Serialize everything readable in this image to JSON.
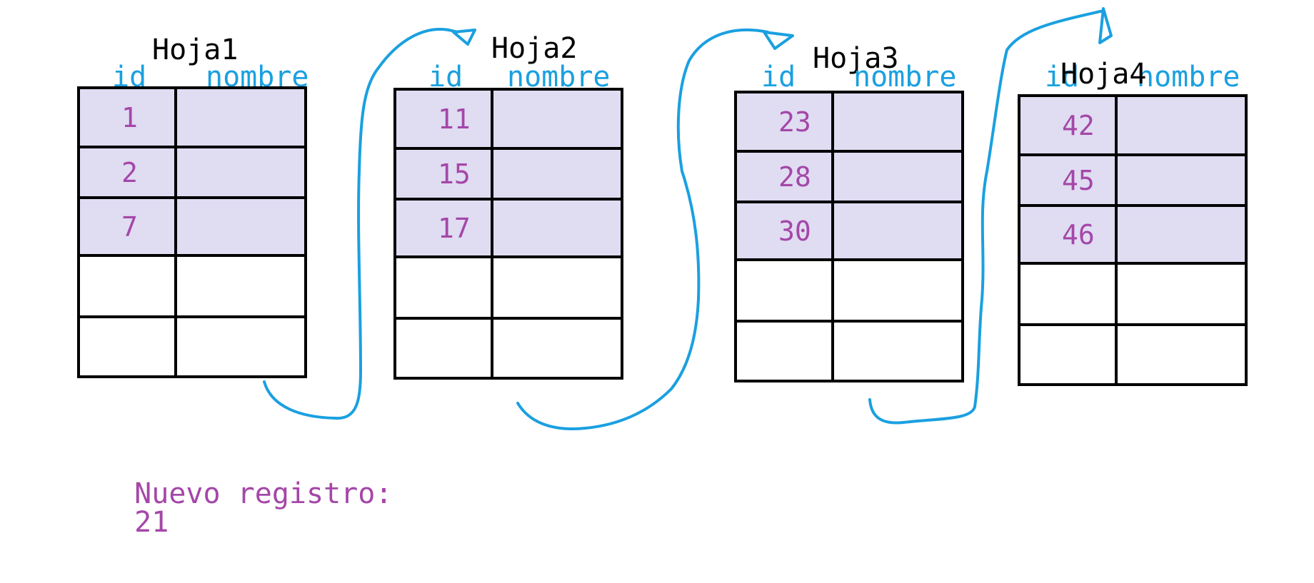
{
  "colors": {
    "header": "#1aa0e0",
    "value": "#a447a8",
    "filled_row": "#e0dcf2",
    "arrow": "#1aa0e0",
    "border": "#000000"
  },
  "column_headers": {
    "id": "id",
    "name": "nombre"
  },
  "sheets": [
    {
      "title": "Hoja1",
      "ids": [
        "1",
        "2",
        "7",
        "",
        ""
      ]
    },
    {
      "title": "Hoja2",
      "ids": [
        "11",
        "15",
        "17",
        "",
        ""
      ]
    },
    {
      "title": "Hoja3",
      "ids": [
        "23",
        "28",
        "30",
        "",
        ""
      ]
    },
    {
      "title": "Hoja4",
      "ids": [
        "42",
        "45",
        "46",
        "",
        ""
      ]
    }
  ],
  "new_record": {
    "label": "Nuevo registro:",
    "value": "21"
  }
}
